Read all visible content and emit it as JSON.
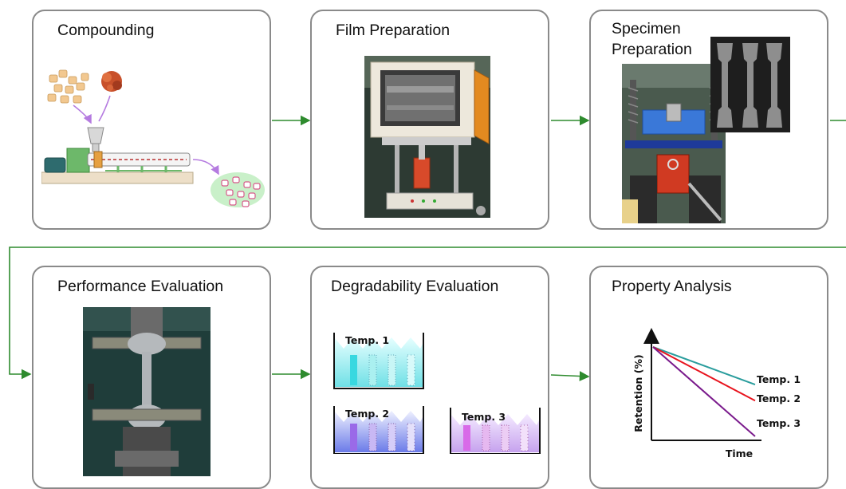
{
  "panels": {
    "compounding": {
      "title": "Compounding"
    },
    "film": {
      "title": "Film Preparation"
    },
    "specimen": {
      "title_line1": "Specimen",
      "title_line2": "Preparation"
    },
    "performance": {
      "title": "Performance Evaluation"
    },
    "degradability": {
      "title": "Degradability Evaluation",
      "tanks": [
        "Temp. 1",
        "Temp. 2",
        "Temp. 3"
      ]
    },
    "property": {
      "title": "Property Analysis"
    }
  },
  "chart_data": {
    "type": "line",
    "xlabel": "Time",
    "ylabel": "Retention (%)",
    "series": [
      {
        "name": "Temp. 1",
        "values": [
          100,
          58
        ]
      },
      {
        "name": "Temp. 2",
        "values": [
          100,
          40
        ]
      },
      {
        "name": "Temp. 3",
        "values": [
          100,
          0
        ]
      }
    ]
  },
  "colors": {
    "arrow": "#2e8b2e",
    "border": "#8a8a8a",
    "temp1": "#2a9d9d",
    "temp2": "#e8141e",
    "temp3": "#7a1a8c"
  }
}
